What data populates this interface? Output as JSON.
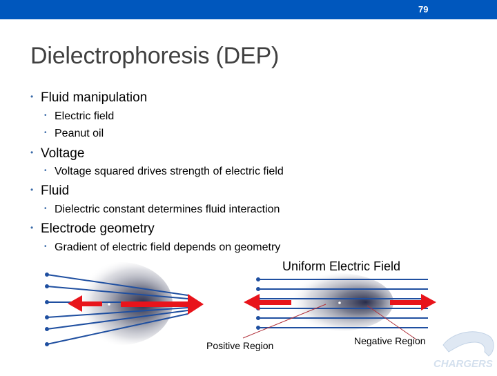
{
  "header": {
    "slide_number": "79",
    "bar_color": "#0057bd"
  },
  "title": "Dielectrophoresis (DEP)",
  "bullets": [
    {
      "text": "Fluid manipulation",
      "children": [
        "Electric field",
        "Peanut oil"
      ]
    },
    {
      "text": "Voltage",
      "children": [
        "Voltage squared drives strength of electric field"
      ]
    },
    {
      "text": "Fluid",
      "children": [
        "Dielectric constant determines fluid interaction"
      ]
    },
    {
      "text": "Electrode geometry",
      "children": [
        "Gradient of electric field depends on geometry"
      ]
    }
  ],
  "figure": {
    "uniform_caption": "Uniform Electric Field",
    "positive_label": "Positive Region",
    "negative_label": "Negative Region",
    "field_line_color": "#1f4fa0",
    "arrow_color": "#e8141b"
  },
  "logo": {
    "text": "CHARGERS",
    "icon": "horse-head-logo-icon"
  }
}
